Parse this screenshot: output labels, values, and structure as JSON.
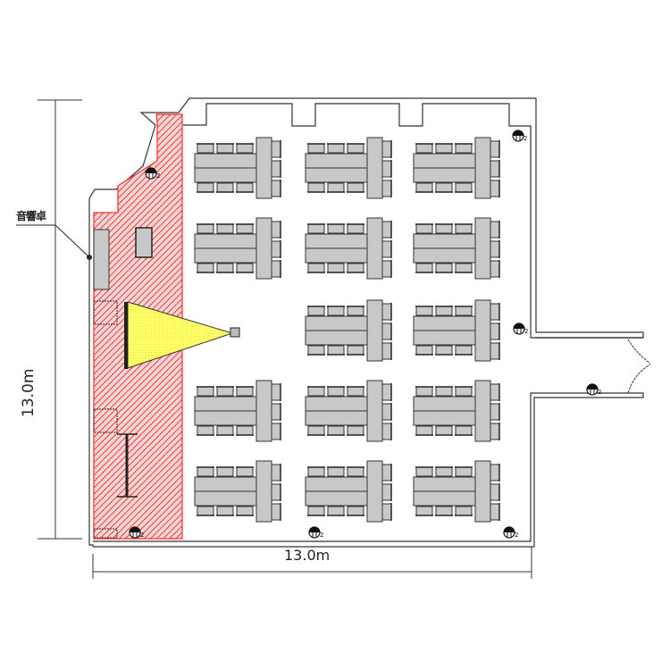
{
  "title": "Room layout floor plan",
  "dimensions": {
    "width_label": "13.0m",
    "height_label": "13.0m"
  },
  "labels": {
    "sound_desk": "音響卓"
  },
  "stage_area": {
    "description": "Hatched stage / restricted area",
    "color": "#ff3b3b"
  },
  "projection": {
    "description": "Projector and screen",
    "beam_color": "#ffff66"
  },
  "layout": {
    "type": "island tables",
    "rows": 5,
    "columns": 3,
    "missing": [
      [
        2,
        0
      ]
    ],
    "table_groups": 14,
    "seats_per_group": 9
  },
  "colors": {
    "furniture": "#c8c8c8",
    "wall": "#333333",
    "hatch": "#e23b3b"
  },
  "outlets": {
    "count": 7,
    "icon": "outlet-icon"
  }
}
